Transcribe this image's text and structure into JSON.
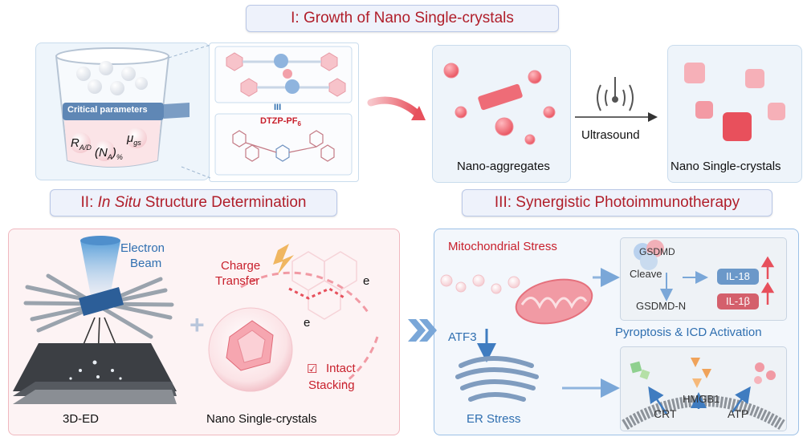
{
  "titles": {
    "section1": "I: Growth of Nano Single-crystals",
    "section2_prefix": "II: ",
    "section2_italic": "In Situ",
    "section2_suffix": " Structure Determination",
    "section3": "III: Synergistic Photoimmunotherapy"
  },
  "section1": {
    "critical_parameters": "Critical parameters",
    "param_rad": "R",
    "param_rad_sub": "A/D",
    "param_na": "(N",
    "param_na_sub": "A",
    "param_na_end": ")",
    "param_na_pct": "%",
    "param_mu": "μ",
    "param_mu_sub": "gs",
    "molecule_name": "DTZP-PF",
    "molecule_sub": "6",
    "stack_marker": "III",
    "nano_aggregates": "Nano-aggregates",
    "ultrasound": "Ultrasound",
    "nano_single_crystals": "Nano Single-crystals"
  },
  "section2": {
    "electron_beam": "Electron\nBeam",
    "electron_beam_1": "Electron",
    "electron_beam_2": "Beam",
    "charge_transfer_1": "Charge",
    "charge_transfer_2": "Transfer",
    "electron_1": "e",
    "electron_2": "e",
    "intact_1": "Intact",
    "intact_2": "Stacking",
    "check_symbol": "☑",
    "label_3ded": "3D-ED",
    "label_crystals": "Nano Single-crystals"
  },
  "section3": {
    "mito_stress": "Mitochondrial Stress",
    "gsdmd": "GSDMD",
    "cleave": "Cleave",
    "gsdmd_n": "GSDMD-N",
    "il18": "IL-18",
    "il1b": "IL-1β",
    "atf3": "ATF3",
    "er_stress": "ER Stress",
    "pyroptosis": "Pyroptosis & ICD Activation",
    "crt": "CRT",
    "hmgb1": "HMGB1",
    "atp": "ATP"
  },
  "colors": {
    "title_red": "#b01e2a",
    "stress_red": "#c8202c",
    "label_blue": "#2f6fb0",
    "panel_blue": "#9cc0e6",
    "panel_pink": "#f0b8bf"
  }
}
